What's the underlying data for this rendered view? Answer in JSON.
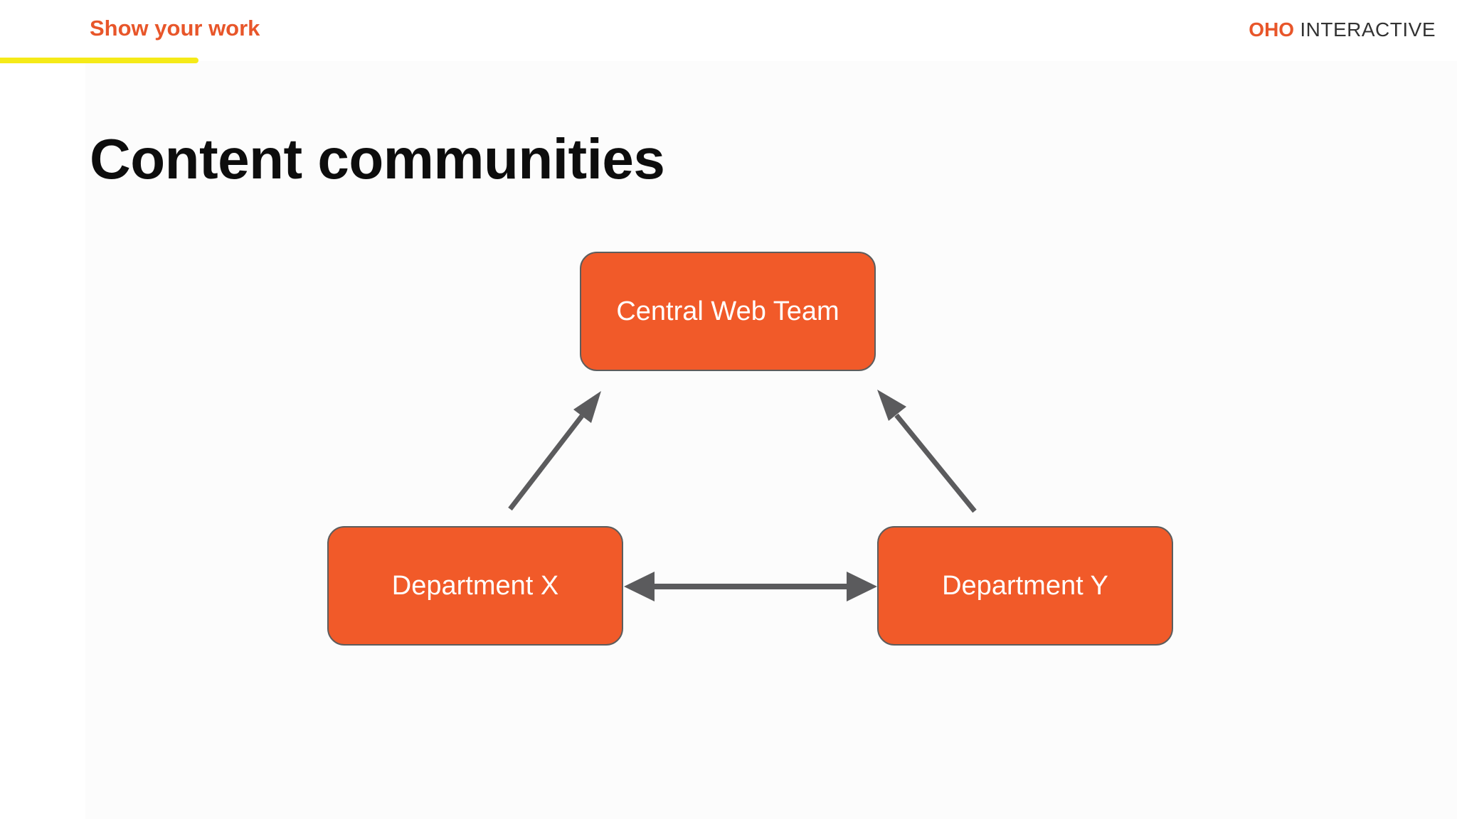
{
  "header": {
    "section_label": "Show your work",
    "logo_brand": "OHO",
    "logo_rest": " INTERACTIVE"
  },
  "title": "Content communities",
  "diagram": {
    "nodes": {
      "central": "Central Web Team",
      "department_x": "Department X",
      "department_y": "Department Y"
    },
    "edges": [
      {
        "from": "Department X",
        "to": "Central Web Team",
        "direction": "one-way"
      },
      {
        "from": "Department Y",
        "to": "Central Web Team",
        "direction": "one-way"
      },
      {
        "from": "Department X",
        "to": "Department Y",
        "direction": "two-way"
      }
    ]
  },
  "colors": {
    "accent": "#e8562a",
    "node_fill": "#f15a29",
    "underline": "#f5ea18",
    "arrow": "#5b5b5d"
  }
}
